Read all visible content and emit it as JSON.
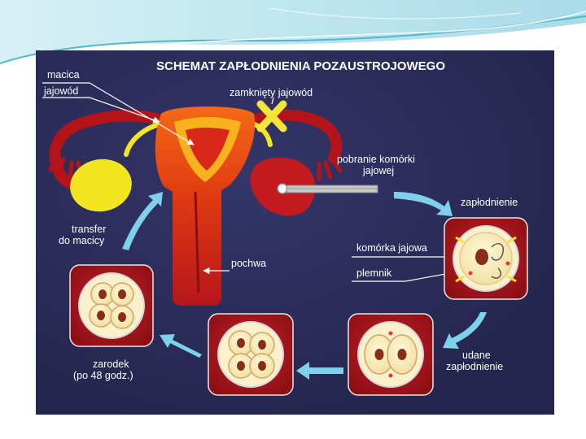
{
  "slide": {
    "title": "SCHEMAT ZAPŁODNIENIA POZAUSTROJOWEGO",
    "labels": {
      "macica": "macica",
      "jajowod": "jajowód",
      "zamkniety": "zamknięty jajowód",
      "pobranie_1": "pobranie komórki",
      "pobranie_2": "jajowej",
      "zaplodnienie": "zapłodnienie",
      "komorka": "komórka jajowa",
      "plemnik": "plemnik",
      "pochwa": "pochwa",
      "transfer_1": "transfer",
      "transfer_2": "do macicy",
      "udane_1": "udane",
      "udane_2": "zapłodnienie",
      "zarodek_1": "zarodek",
      "zarodek_2": "(po 48 godz.)"
    }
  },
  "colors": {
    "panel_bg": "#2b2c57",
    "uterus_red": "#b3141a",
    "uterus_orange": "#f05a10",
    "ovary_yellow": "#f2e620",
    "cross_yellow": "#f5e43a",
    "arrow_blue": "#7fd0ea",
    "cell_box": "#a3161d",
    "swoosh_teal": "#4fb8cf"
  },
  "icons": [
    "cross-icon",
    "pointer-arrow-icon",
    "curved-arrow-icon"
  ]
}
